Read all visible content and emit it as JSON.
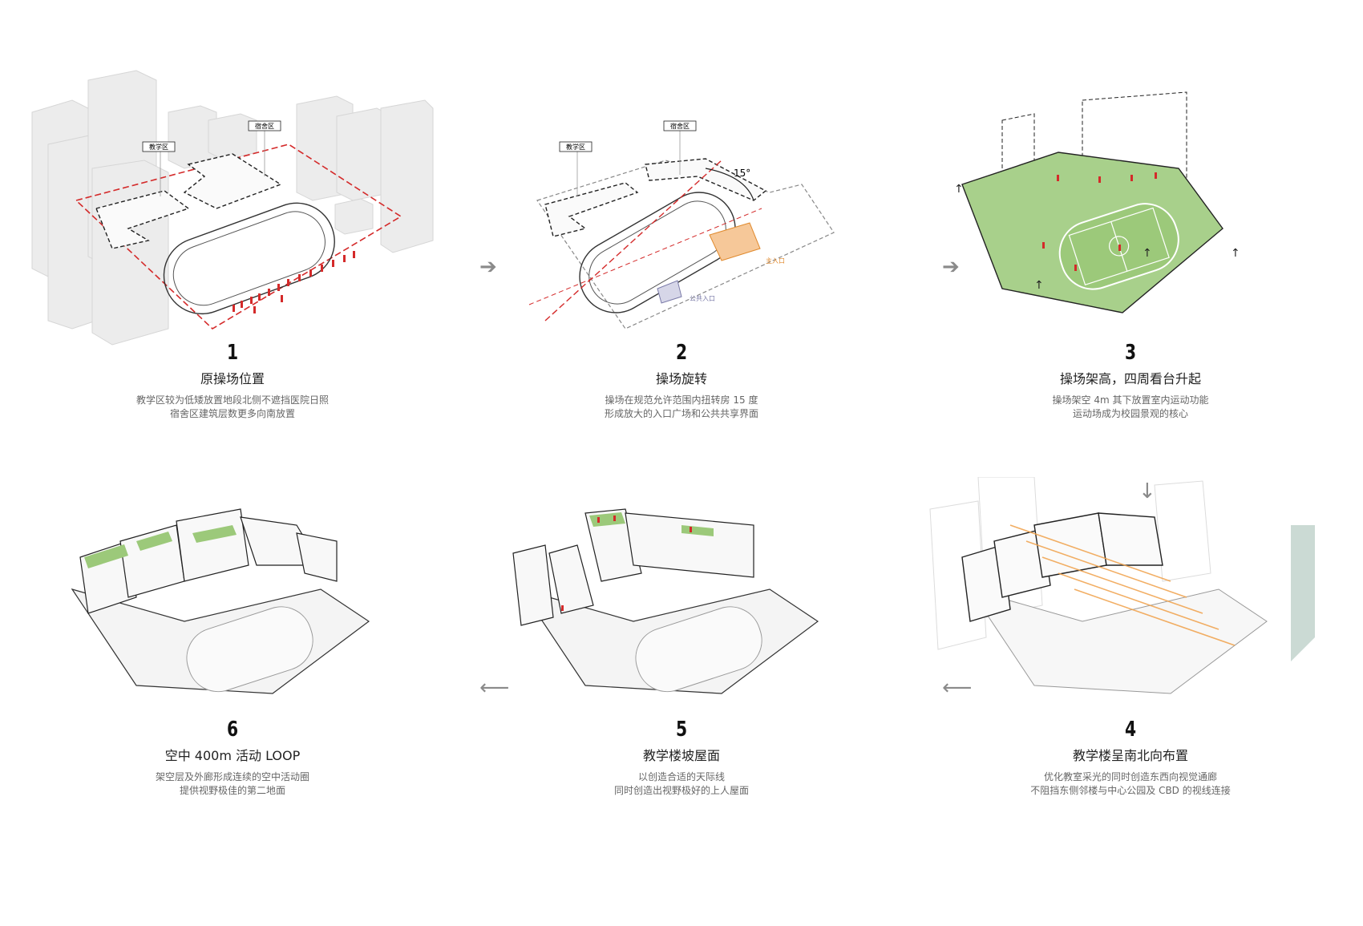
{
  "steps": [
    {
      "num": "1",
      "title": "原操场位置",
      "desc1": "教学区较为低矮放置地段北侧不遮挡医院日照",
      "desc2": "宿舍区建筑层数更多向南放置",
      "tag_a": "教学区",
      "tag_b": "宿舍区"
    },
    {
      "num": "2",
      "title": "操场旋转",
      "desc1": "操场在规范允许范围内扭转房 15 度",
      "desc2": "形成放大的入口广场和公共共享界面",
      "tag_a": "教学区",
      "tag_b": "宿舍区",
      "angle": "15°",
      "entry_main": "主入口",
      "entry_public": "公共入口"
    },
    {
      "num": "3",
      "title": "操场架高，四周看台升起",
      "desc1": "操场架空 4m 其下放置室内运动功能",
      "desc2": "运动场成为校园景观的核心"
    },
    {
      "num": "4",
      "title": "教学楼呈南北向布置",
      "desc1": "优化教室采光的同时创造东西向视觉通廊",
      "desc2": "不阻挡东侧邻楼与中心公园及 CBD 的视线连接"
    },
    {
      "num": "5",
      "title": "教学楼坡屋面",
      "desc1": "以创造合适的天际线",
      "desc2": "同时创造出视野极好的上人屋面"
    },
    {
      "num": "6",
      "title": "空中 400m 活动 LOOP",
      "desc1": "架空层及外廊形成连续的空中活动圈",
      "desc2": "提供视野极佳的第二地面"
    }
  ],
  "arrows": {
    "right": "➔",
    "down": "↓",
    "left": "⟵"
  },
  "colors": {
    "red": "#d42a2a",
    "green": "#9cc97a",
    "orange": "#f0a14a",
    "outline": "#222222",
    "ghost": "#e6e6e6"
  }
}
